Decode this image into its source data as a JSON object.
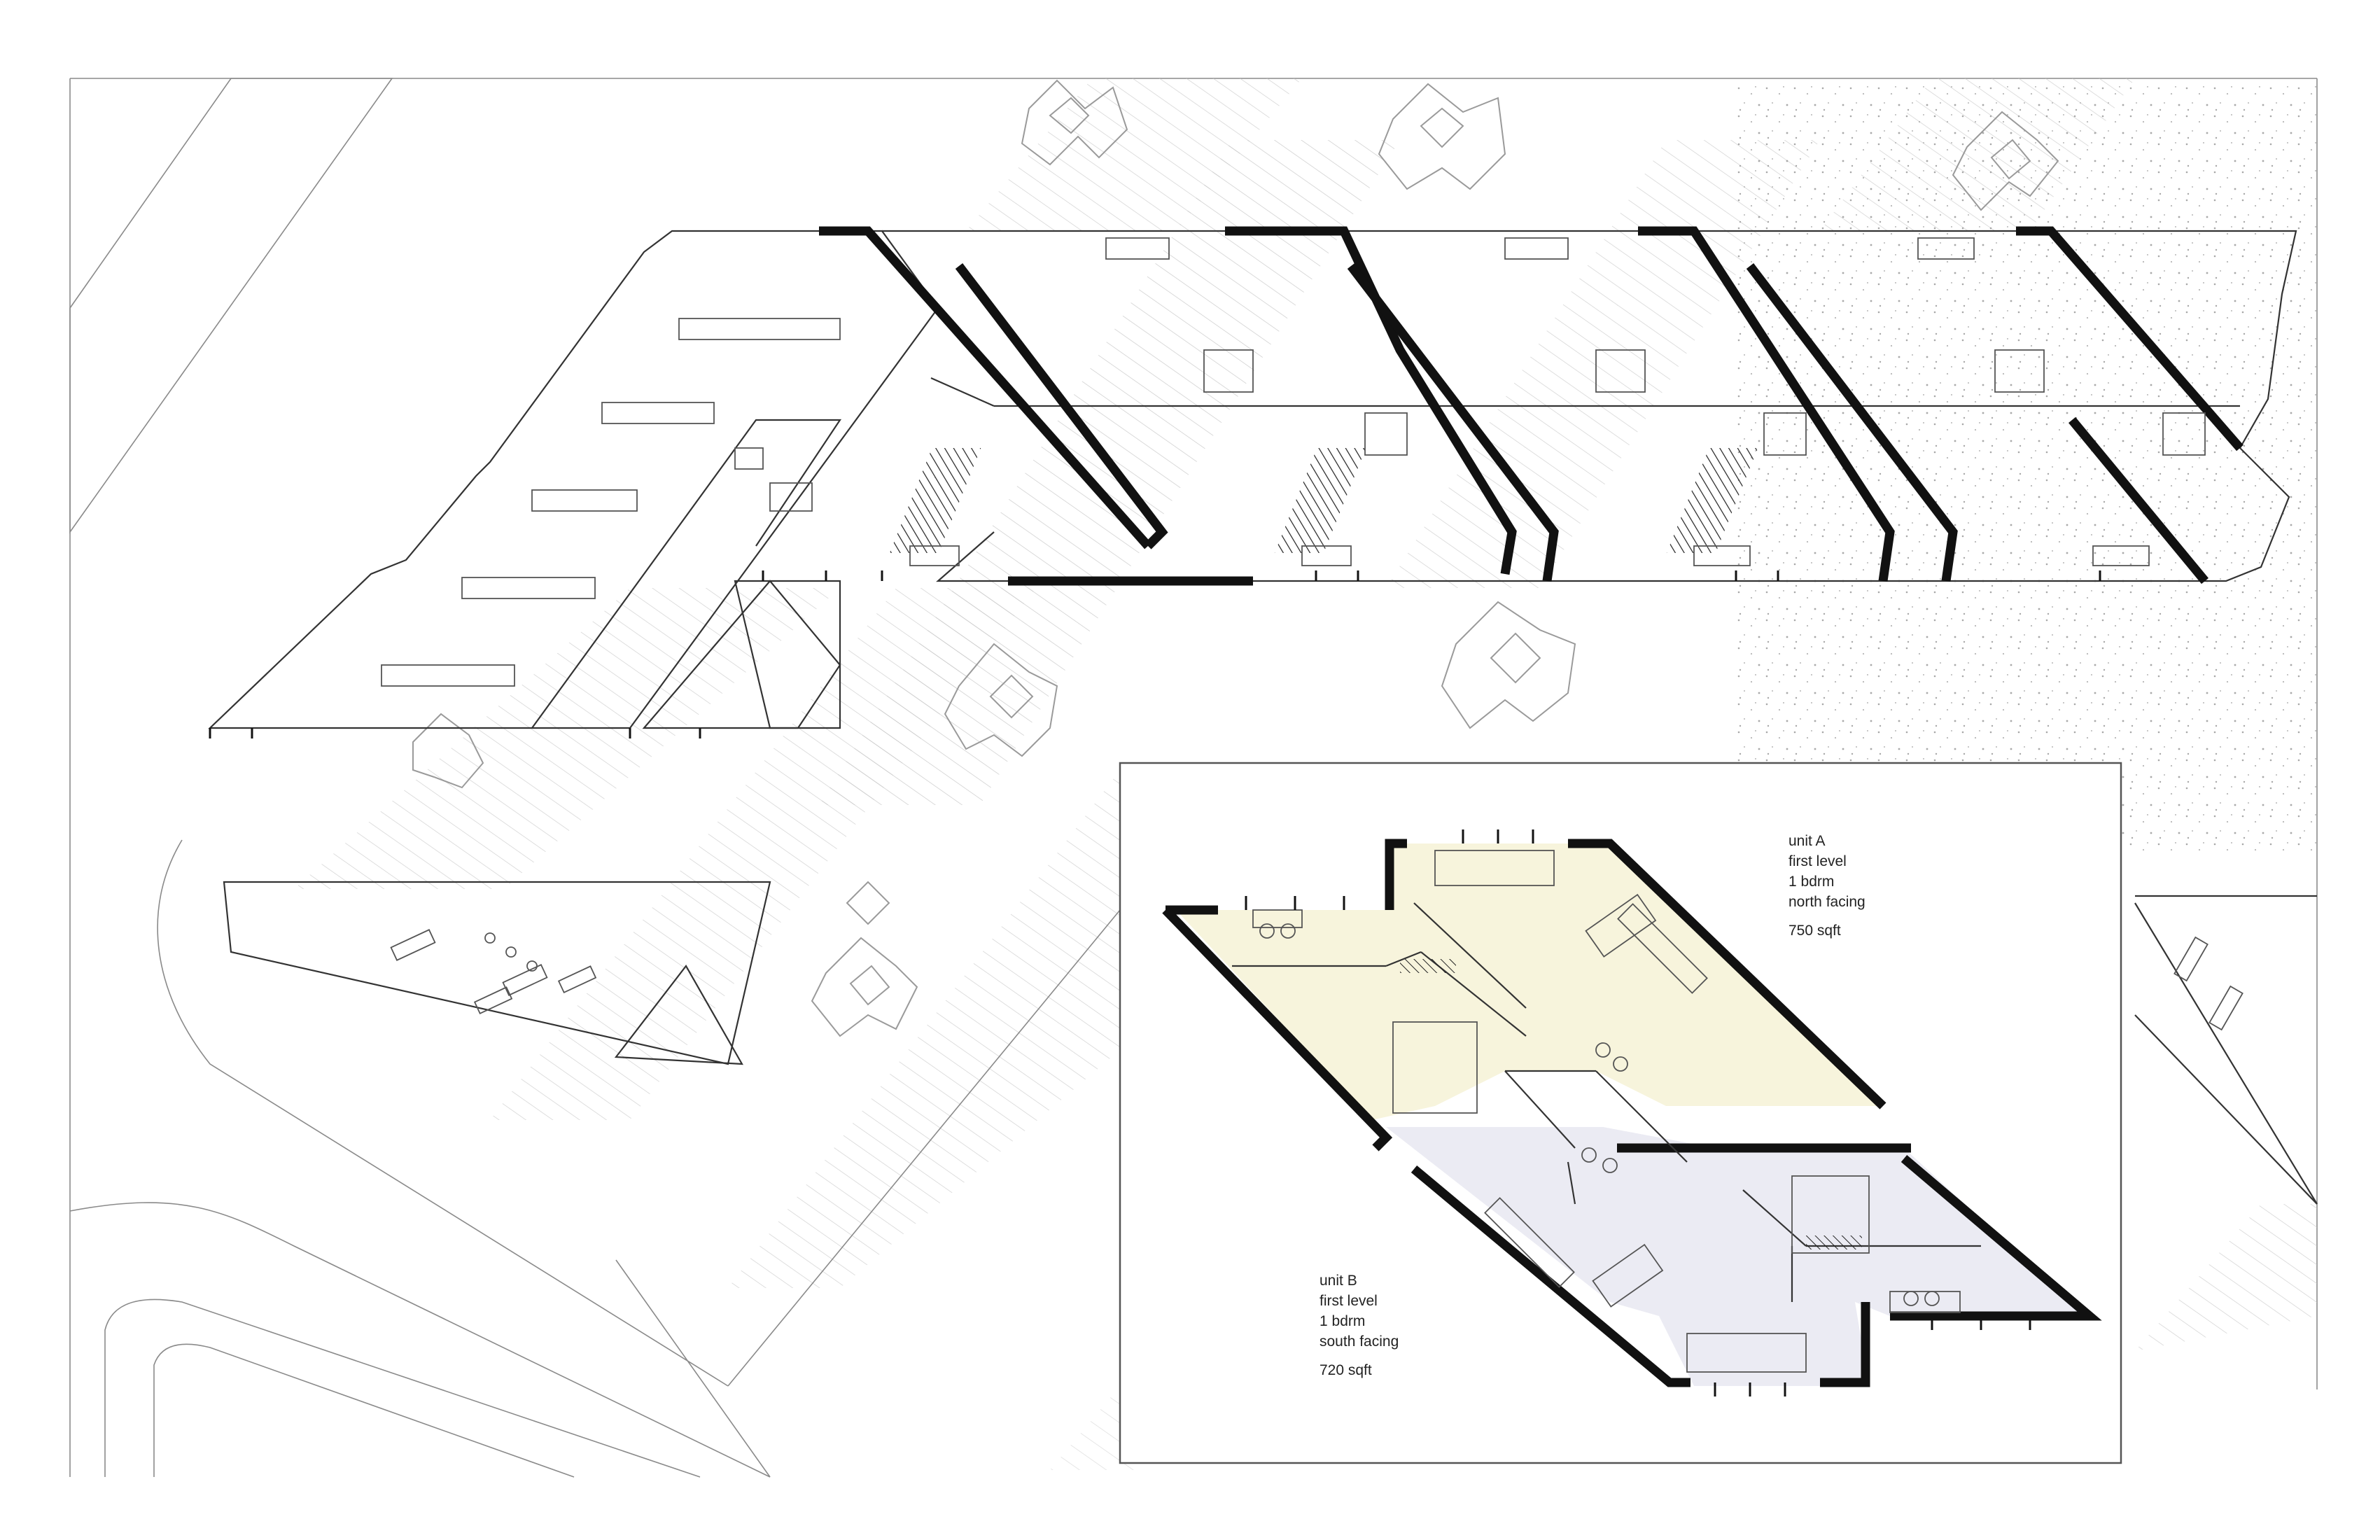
{
  "inset": {
    "unit_a": {
      "name": "unit A",
      "level": "first level",
      "bedrooms": "1 bdrm",
      "orientation": "north facing",
      "area": "750 sqft",
      "fill_color": "#f7f4dc"
    },
    "unit_b": {
      "name": "unit B",
      "level": "first level",
      "bedrooms": "1 bdrm",
      "orientation": "south facing",
      "area": "720 sqft",
      "fill_color": "#ebebf3"
    }
  }
}
